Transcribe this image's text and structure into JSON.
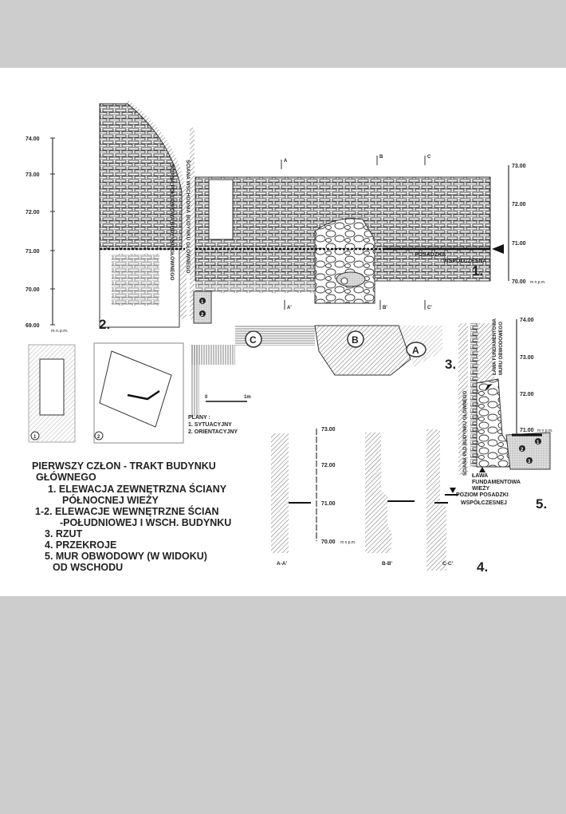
{
  "scales": {
    "left": [
      "74.00",
      "73.00",
      "72.00",
      "71.00",
      "70.00",
      "69.00"
    ],
    "left_unit": "m n.p.m.",
    "elevation1": [
      "73.00",
      "72.00",
      "71.00",
      "70.00"
    ],
    "elevation1_unit": "m n.p.m.",
    "sections": [
      "73.00",
      "72.00",
      "71.00",
      "70.00"
    ],
    "sections_unit": "m n.p.m.",
    "wall5": [
      "74.00",
      "73.00",
      "72.00",
      "71.00"
    ],
    "wall5_unit": "m n.p.m."
  },
  "labels": {
    "wall_south": "ŚCIANA POŁUDNIOWA BUDYNKU GŁÓWNEGO",
    "wall_east": "ŚCIANA WSCHODNIA BUDYNKU GŁÓWNEGO",
    "floor_1": "POSADZKA",
    "floor_2": "WSPÓŁCZESNA",
    "wall_pld": "ŚCIANA PŁD BUDYNKU GŁÓWNEGO",
    "footing_wall_1": "ŁAWA FUNDAMENTOWA",
    "footing_wall_2": "MURU OBWODOWEGO",
    "footing_tower_1": "ŁAWA",
    "footing_tower_2": "FUNDAMENTOWA",
    "footing_tower_3": "WIEŻY",
    "floor_level_1": "POZIOM POSADZKI",
    "floor_level_2": "WSPÓŁCZESNEJ",
    "scale_bar_start": "0",
    "scale_bar_end": "1m"
  },
  "markers": {
    "a": "A",
    "b": "B",
    "c": "C",
    "a2": "A'",
    "b2": "B'",
    "c2": "C'",
    "sec_a": "A-A'",
    "sec_b": "B-B'",
    "sec_c": "C-C'"
  },
  "figure_numbers": [
    "1.",
    "2.",
    "3.",
    "4.",
    "5."
  ],
  "layer_numbers": [
    "1",
    "2",
    "3"
  ],
  "plans": {
    "title": "PLANY :",
    "items": [
      "1. SYTUACYJNY",
      "2. ORIENTACYJNY"
    ],
    "map_numbers": [
      "1",
      "2"
    ]
  },
  "legend": {
    "title_1": "PIERWSZY CZŁON - TRAKT BUDYNKU",
    "title_2": "GŁÓWNEGO",
    "lines": [
      "1. ELEWACJA ZEWNĘTRZNA ŚCIANY",
      "PÓŁNOCNEJ WIEŻY",
      "1-2. ELEWACJE WEWNĘTRZNE ŚCIAN",
      "-POŁUDNIOWEJ I WSCH. BUDYNKU",
      "3. RZUT",
      "4. PRZEKROJE",
      "5. MUR OBWODOWY (W WIDOKU)",
      "OD WSCHODU"
    ]
  },
  "colors": {
    "background": "#cdcdcd",
    "sheet": "#ffffff",
    "ink": "#222222"
  }
}
